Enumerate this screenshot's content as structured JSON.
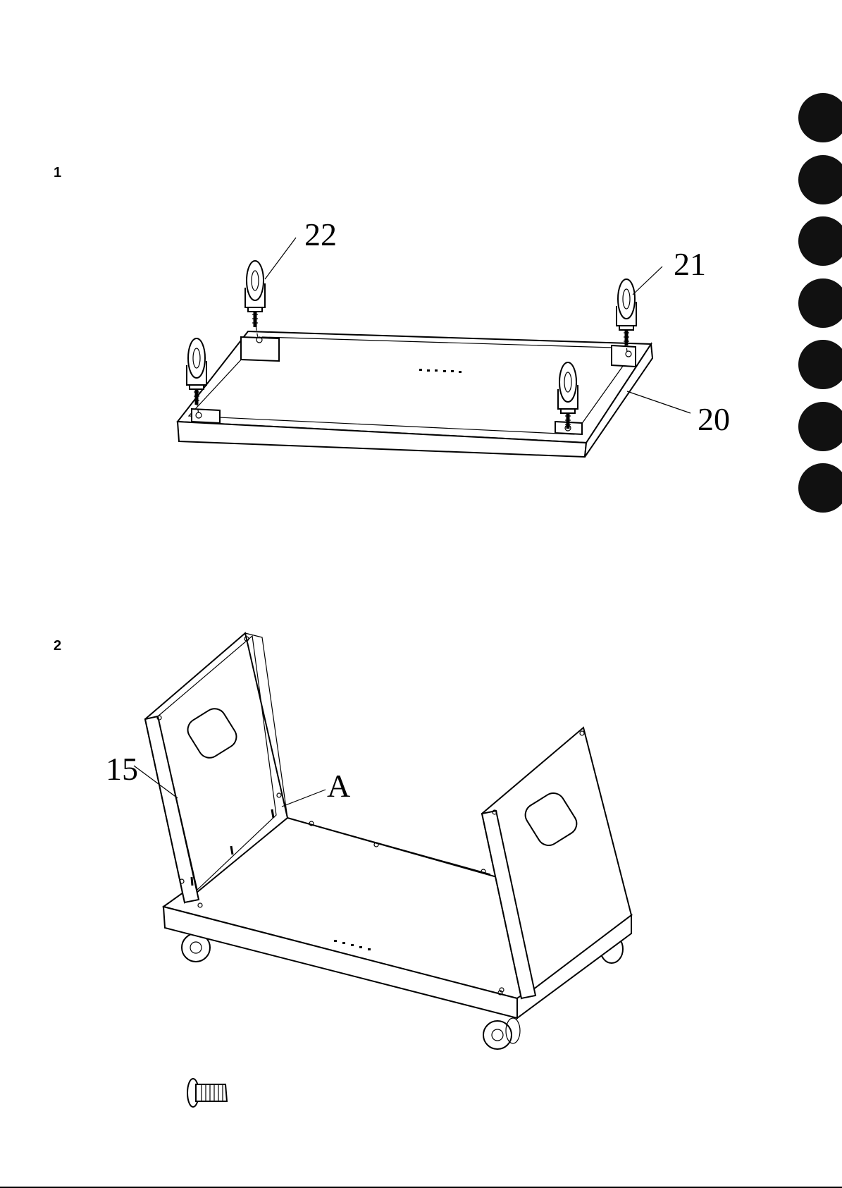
{
  "steps": [
    {
      "number": "1",
      "callouts": [
        "22",
        "21",
        "20"
      ]
    },
    {
      "number": "2",
      "callouts": [
        "15",
        "A"
      ]
    }
  ],
  "tabs": {
    "count": 7,
    "color": "#111111"
  },
  "icons": [
    "caster-wheel-icon",
    "bolt-icon"
  ]
}
